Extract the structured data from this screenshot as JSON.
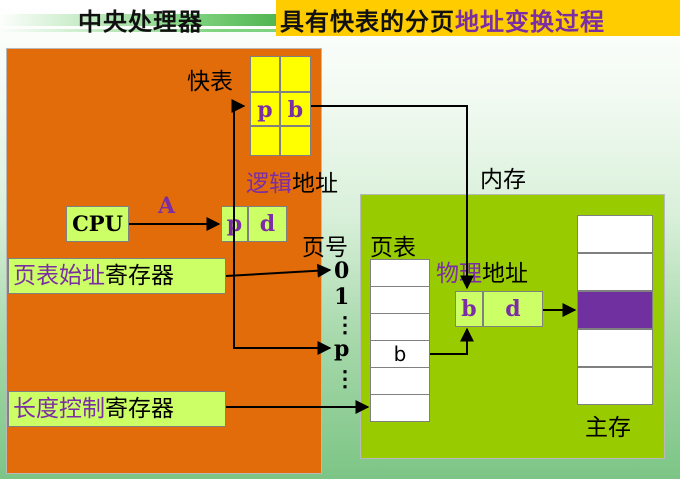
{
  "title": {
    "left": "中央处理器",
    "right_part1": "具有快表的分页",
    "right_part2": "地址变换过程"
  },
  "tlb": {
    "label": "快表",
    "p": "p",
    "b": "b"
  },
  "logical_address": {
    "label_part1": "逻辑",
    "label_part2": "地址",
    "p": "p",
    "d": "d"
  },
  "cpu": {
    "label": "CPU",
    "arrow_label": "A"
  },
  "page_table_start_register": {
    "label_part1": "页表始址",
    "label_part2": "寄存器"
  },
  "length_register": {
    "label_part1": "长度控制",
    "label_part2": "寄存器"
  },
  "memory": {
    "label": "内存"
  },
  "page_table": {
    "label": "页表",
    "page_no_label": "页号",
    "indices": [
      "0",
      "1",
      "⋮",
      "p",
      "⋮"
    ],
    "entry_b": "b"
  },
  "physical_address": {
    "label_part1": "物理",
    "label_part2": "地址",
    "b": "b",
    "d": "d"
  },
  "main_memory": {
    "label": "主存"
  },
  "colors": {
    "cpu_region": "#e36c0a",
    "memory_region": "#99cc00",
    "tlb_cells": "#ffff00",
    "address_cells": "#ccff66",
    "highlight_frame": "#7030a0",
    "title_bar": "#ffcc00",
    "accent_text": "#7b2ea3"
  }
}
